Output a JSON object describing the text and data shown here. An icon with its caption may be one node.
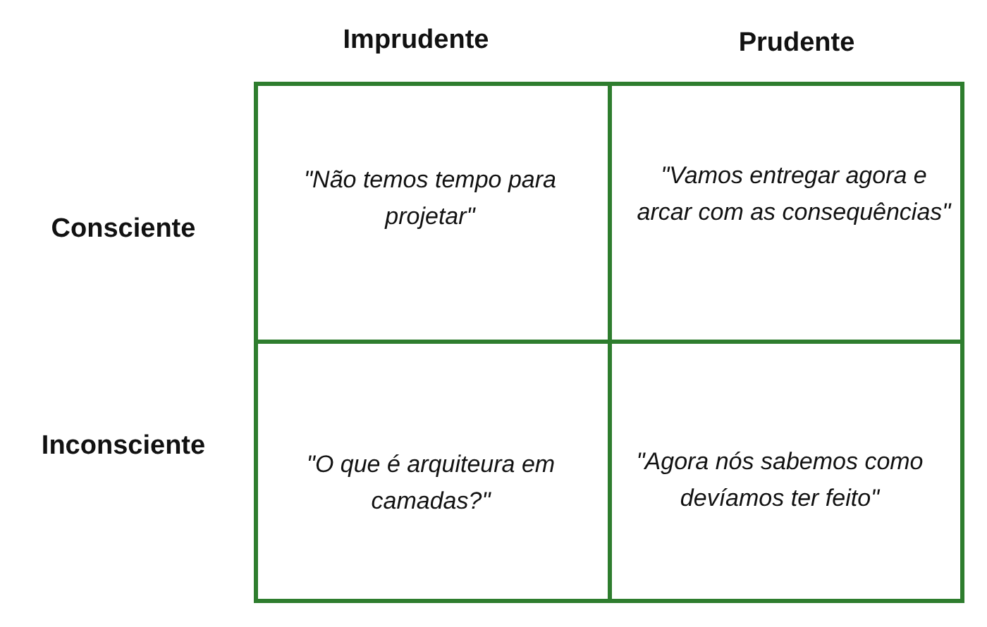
{
  "diagram": {
    "labels": [
      "Imprudente",
      "Prudente",
      "Consciente",
      "\"Não temos tempo para projetar\"",
      "\"Vamos entregar agora e arcar com as consequências\"",
      "Inconsciente",
      "\"O que é arquiteura em camadas?\"",
      "\"Agora nós sabemos como devíamos ter feito\""
    ]
  }
}
